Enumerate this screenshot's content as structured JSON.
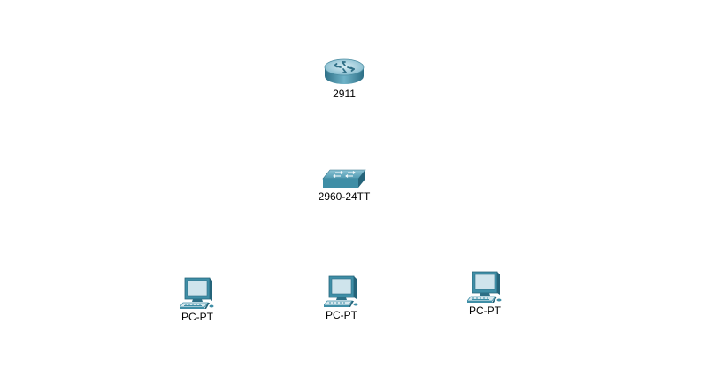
{
  "workspace": {
    "devices": {
      "router": {
        "label": "2911",
        "icon": "router-icon"
      },
      "switch": {
        "label": "2960-24TT",
        "icon": "switch-icon"
      },
      "pc1": {
        "label": "PC-PT",
        "icon": "pc-icon"
      },
      "pc2": {
        "label": "PC-PT",
        "icon": "pc-icon"
      },
      "pc3": {
        "label": "PC-PT",
        "icon": "pc-icon"
      }
    }
  },
  "colors": {
    "device_teal": "#3f8ea6",
    "device_dark": "#25647a",
    "screen": "#cfe4ec",
    "label_text": "#000000"
  }
}
